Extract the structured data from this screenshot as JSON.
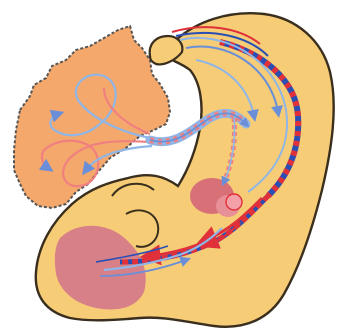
{
  "diagram": {
    "colors": {
      "background": "#ffffff",
      "fetus_fill": "#f6cd76",
      "fetus_outline": "#3a2e1e",
      "placenta_fill": "#f4a86c",
      "placenta_outline": "#555555",
      "liver_fill": "#d88088",
      "heart_fill": "#d87078",
      "oxygenated_vessel": "#e0303a",
      "deoxygenated_vessel": "#2a4fb4",
      "mixed_vessel_light": "#8fb6e6",
      "mixed_vessel_pink": "#f08080",
      "arrow_color": "#6a8fd8"
    },
    "parts": [
      "placenta",
      "umbilical-cord",
      "fetus-head",
      "fetus-body",
      "liver",
      "heart",
      "aorta",
      "ductus-venosus"
    ]
  }
}
